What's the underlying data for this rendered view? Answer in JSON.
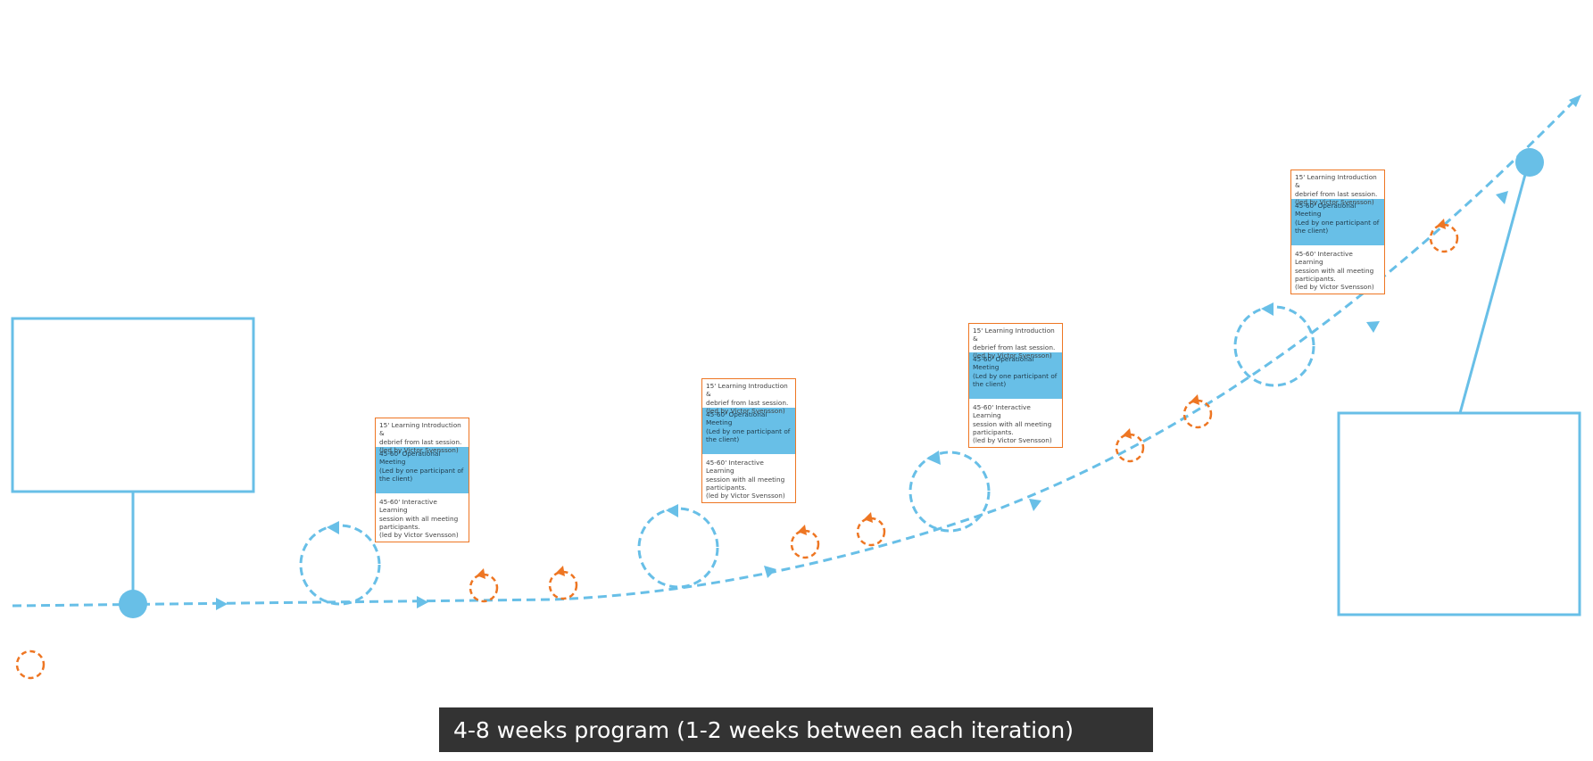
{
  "colors": {
    "timeline": "#68bfe7",
    "iteration_marker": "#ee7623",
    "card_border": "#ee7623",
    "card_highlight": "#68bfe7",
    "banner_background": "#333333"
  },
  "session_card": {
    "intro": [
      "15' Learning Introduction &",
      "debrief from last session.",
      "(led by Victor Svensson)"
    ],
    "operational": [
      "45-60' Operational Meeting",
      "(Led by one participant of",
      "the client)"
    ],
    "learning": [
      "45-60' Interactive Learning",
      "session with all meeting",
      "participants.",
      "(led by Victor Svensson)"
    ]
  },
  "footer": {
    "text": "4-8 weeks program (1-2 weeks between each iteration)"
  }
}
